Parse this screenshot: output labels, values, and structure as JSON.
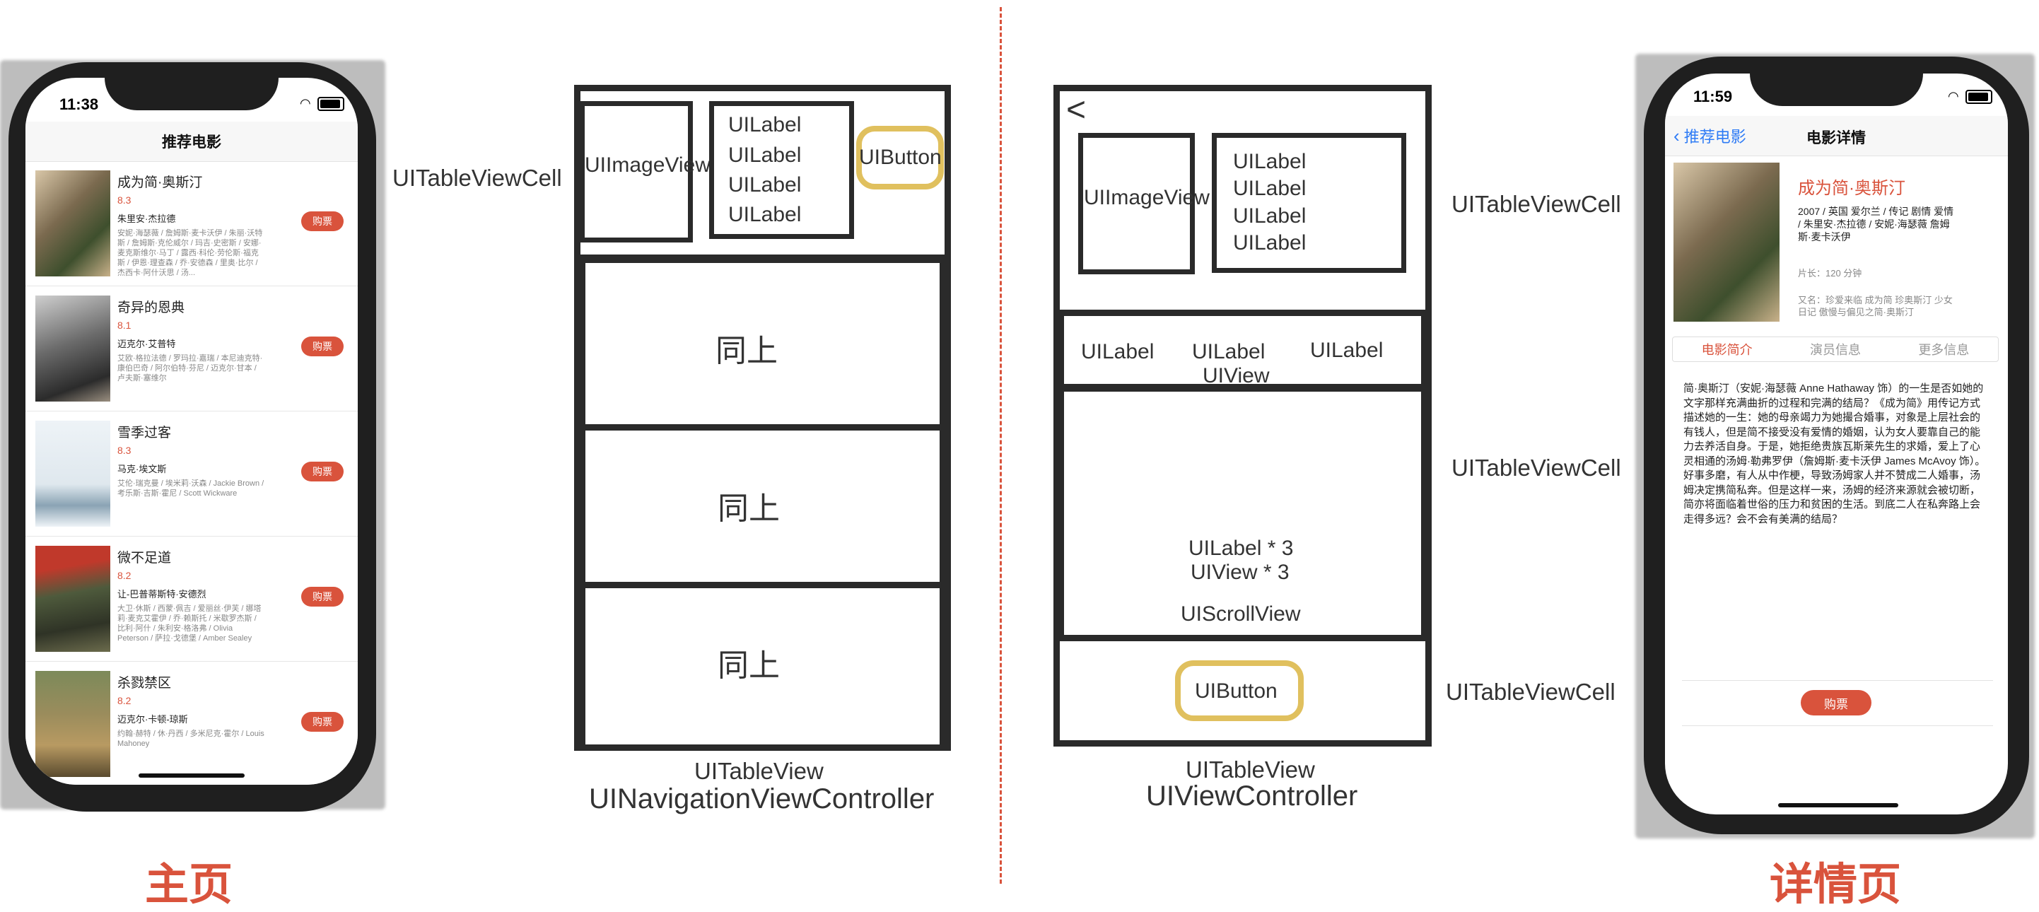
{
  "home_phone": {
    "time": "11:38",
    "nav_title": "推荐电影",
    "buy_label": "购票",
    "movies": [
      {
        "title": "成为简·奥斯汀",
        "rating": "8.3",
        "director": "朱里安·杰拉德",
        "cast": "安妮·海瑟薇 / 詹姆斯·麦卡沃伊 / 朱丽·沃特斯 / 詹姆斯·克伦威尔 / 玛吉·史密斯 / 安娜·麦克斯维尔·马丁 / 露西·科伦·劳伦斯·福克斯 / 伊恩·理查森 / 乔·安德森 / 里奥·比尔 / 杰西卡·阿什沃思 / 汤..."
      },
      {
        "title": "奇异的恩典",
        "rating": "8.1",
        "director": "迈克尔·艾普特",
        "cast": "艾欧·格拉法德 / 罗玛拉·嘉瑞 / 本尼迪克特·康伯巴奇 / 阿尔伯特·芬尼 / 迈克尔·甘本 / 卢夫斯·塞维尔"
      },
      {
        "title": "雪季过客",
        "rating": "8.3",
        "director": "马克·埃文斯",
        "cast": "艾伦·瑞克曼 / 埃米莉·沃森 / Jackie Brown / 考乐斯·吉斯·霍尼 / Scott Wickware"
      },
      {
        "title": "微不足道",
        "rating": "8.2",
        "director": "让-巴普蒂斯特·安德烈",
        "cast": "大卫·休斯 / 西蒙·佩吉 / 爱丽丝·伊芙 / 娜塔莉·麦克艾霍伊 / 乔·赖斯托 / 米歇罗杰斯 / 比利·阿什 / 朱利安·格洛弗 / Olivia Peterson / 萨拉·戈德堡 / Amber Sealey"
      },
      {
        "title": "杀戮禁区",
        "rating": "8.2",
        "director": "迈克尔·卡顿-琼斯",
        "cast": "约翰·赫特 / 休·丹西 / 多米尼克·霍尔 / Louis Mahoney"
      }
    ]
  },
  "wireframe_home": {
    "imageview": "UIImageView",
    "label": "UILabel",
    "button": "UIButton",
    "same": "同上",
    "tableview": "UITableView",
    "controller": "UINavigationViewController",
    "cell_label": "UITableViewCell"
  },
  "wireframe_detail": {
    "back": "<",
    "imageview": "UIImageView",
    "label": "UILabel",
    "uiview": "UIView",
    "label_x3": "UILabel * 3",
    "view_x3": "UIView * 3",
    "scrollview": "UIScrollView",
    "button": "UIButton",
    "tableview": "UITableView",
    "controller": "UIViewController",
    "cell_label": "UITableViewCell"
  },
  "detail_phone": {
    "time": "11:59",
    "back_label": "推荐电影",
    "nav_title": "电影详情",
    "movie_title": "成为简·奥斯汀",
    "info": "2007 / 英国 爱尔兰 / 传记 剧情 爱情 / 朱里安·杰拉德 / 安妮·海瑟薇 詹姆斯·麦卡沃伊",
    "runtime": "片长：120 分钟",
    "alt_names": "又名：珍爱来临 成为简 珍奥斯汀 少女日记 傲慢与偏见之简·奥斯汀",
    "tabs": [
      "电影简介",
      "演员信息",
      "更多信息"
    ],
    "synopsis": "简·奥斯汀（安妮·海瑟薇 Anne Hathaway 饰）的一生是否如她的文字那样充满曲折的过程和完满的结局？《成为简》用传记方式描述她的一生：她的母亲竭力为她撮合婚事，对象是上层社会的有钱人，但是简不接受没有爱情的婚姻，认为女人要靠自己的能力去养活自身。于是，她拒绝贵族瓦斯莱先生的求婚，爱上了心灵相通的汤姆·勒弗罗伊（詹姆斯·麦卡沃伊 James McAvoy 饰）。好事多磨，有人从中作梗，导致汤姆家人并不赞成二人婚事，汤姆决定携简私奔。但是这样一来，汤姆的经济来源就会被切断，简亦将面临着世俗的压力和贫困的生活。到底二人在私奔路上会走得多远？会不会有美满的结局？",
    "buy_label": "购票"
  },
  "captions": {
    "home": "主页",
    "detail": "详情页"
  },
  "colors": {
    "accent": "#d9533c",
    "highlight": "#e0c05e",
    "ios_blue": "#2f7cf6"
  }
}
